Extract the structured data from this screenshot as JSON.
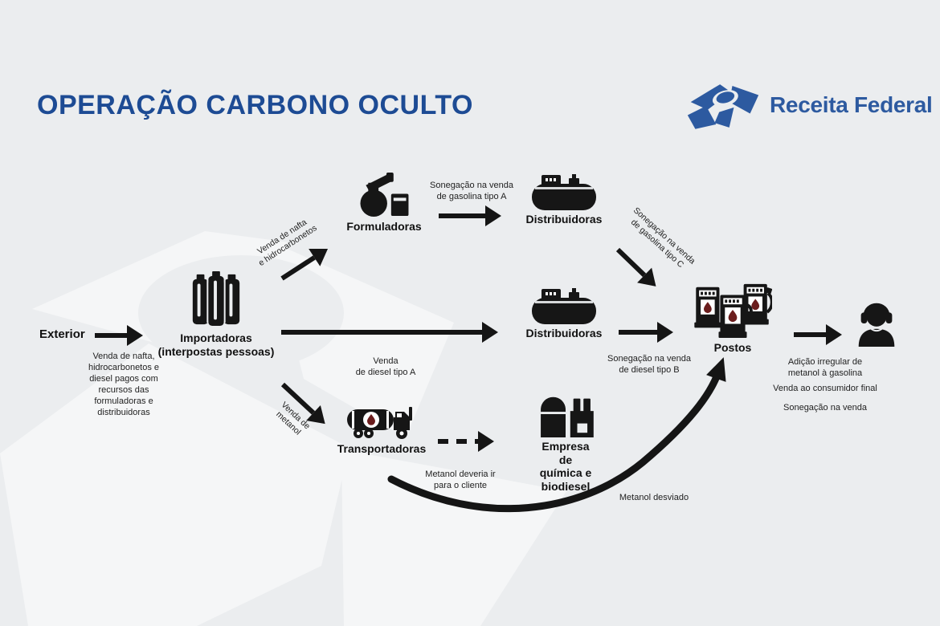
{
  "title": "OPERAÇÃO CARBONO OCULTO",
  "logo": {
    "name": "Receita Federal"
  },
  "colors": {
    "background": "#ebedef",
    "title_blue": "#1d4b94",
    "logo_blue": "#2d5aa0",
    "ink_black": "#151515",
    "fuel_drop_red": "#6b1d1d"
  },
  "nodes": {
    "exterior": {
      "label": "Exterior"
    },
    "importadoras": {
      "label": "Importadoras\n(interpostas pessoas)",
      "icon": "refinery-columns-icon"
    },
    "formuladoras": {
      "label": "Formuladoras",
      "icon": "chemistry-flask-icon"
    },
    "distribuidoras_top": {
      "label": "Distribuidoras",
      "icon": "fuel-tank-icon"
    },
    "distribuidoras_mid": {
      "label": "Distribuidoras",
      "icon": "fuel-tank-icon"
    },
    "transportadoras": {
      "label": "Transportadoras",
      "icon": "tanker-truck-icon"
    },
    "empresa_quimica": {
      "label": "Empresa de\nquímica e biodiesel",
      "icon": "chemical-plant-icon"
    },
    "postos": {
      "label": "Postos",
      "icon": "fuel-pumps-icon"
    },
    "consumidor_final": {
      "icon": "person-icon"
    }
  },
  "edge_labels": {
    "venda_nafta_diesel_note": "Venda de nafta,\nhidrocarbonetos e\ndiesel pagos com\nrecursos das\nformuladoras e\ndistribuidoras",
    "venda_nafta_hidrocarbonetos": "Venda de nafta\ne hidrocarbonetos",
    "sonegacao_gasolina_tipo_a": "Sonegação na venda\nde gasolina tipo A",
    "sonegacao_gasolina_tipo_c": "Sonegação na venda\nde gasolina tipo C",
    "venda_diesel_tipo_a": "Venda\nde diesel tipo A",
    "sonegacao_diesel_tipo_b": "Sonegação na venda\nde diesel tipo B",
    "venda_metanol": "Venda de\nmetanol",
    "metanol_deveria_ir": "Metanol deveria ir\npara o cliente",
    "metanol_desviado": "Metanol desviado",
    "adicao_irregular_metanol": "Adição irregular de\nmetanol à gasolina",
    "venda_consumidor_final": "Venda ao consumidor final",
    "sonegacao_na_venda": "Sonegação na venda"
  }
}
